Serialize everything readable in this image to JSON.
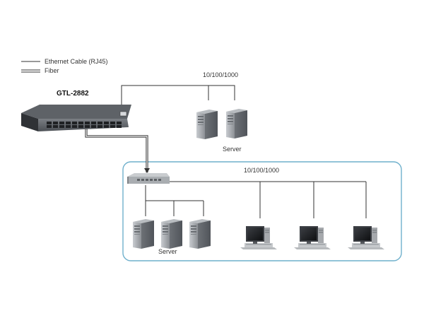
{
  "legend": {
    "ethernet_label": "Ethernet Cable (RJ45)",
    "fiber_label": "Fiber"
  },
  "main_switch": {
    "name": "GTL-2882"
  },
  "top_group": {
    "speed_label": "10/100/1000",
    "server_label": "Server"
  },
  "lan_group": {
    "speed_label": "10/100/1000",
    "server_label": "Server"
  },
  "colors": {
    "lan_frame": "#6fb0cc",
    "cable": "#333333",
    "server_body": "#9a9ea3",
    "switch_body": "#4a4d52"
  }
}
